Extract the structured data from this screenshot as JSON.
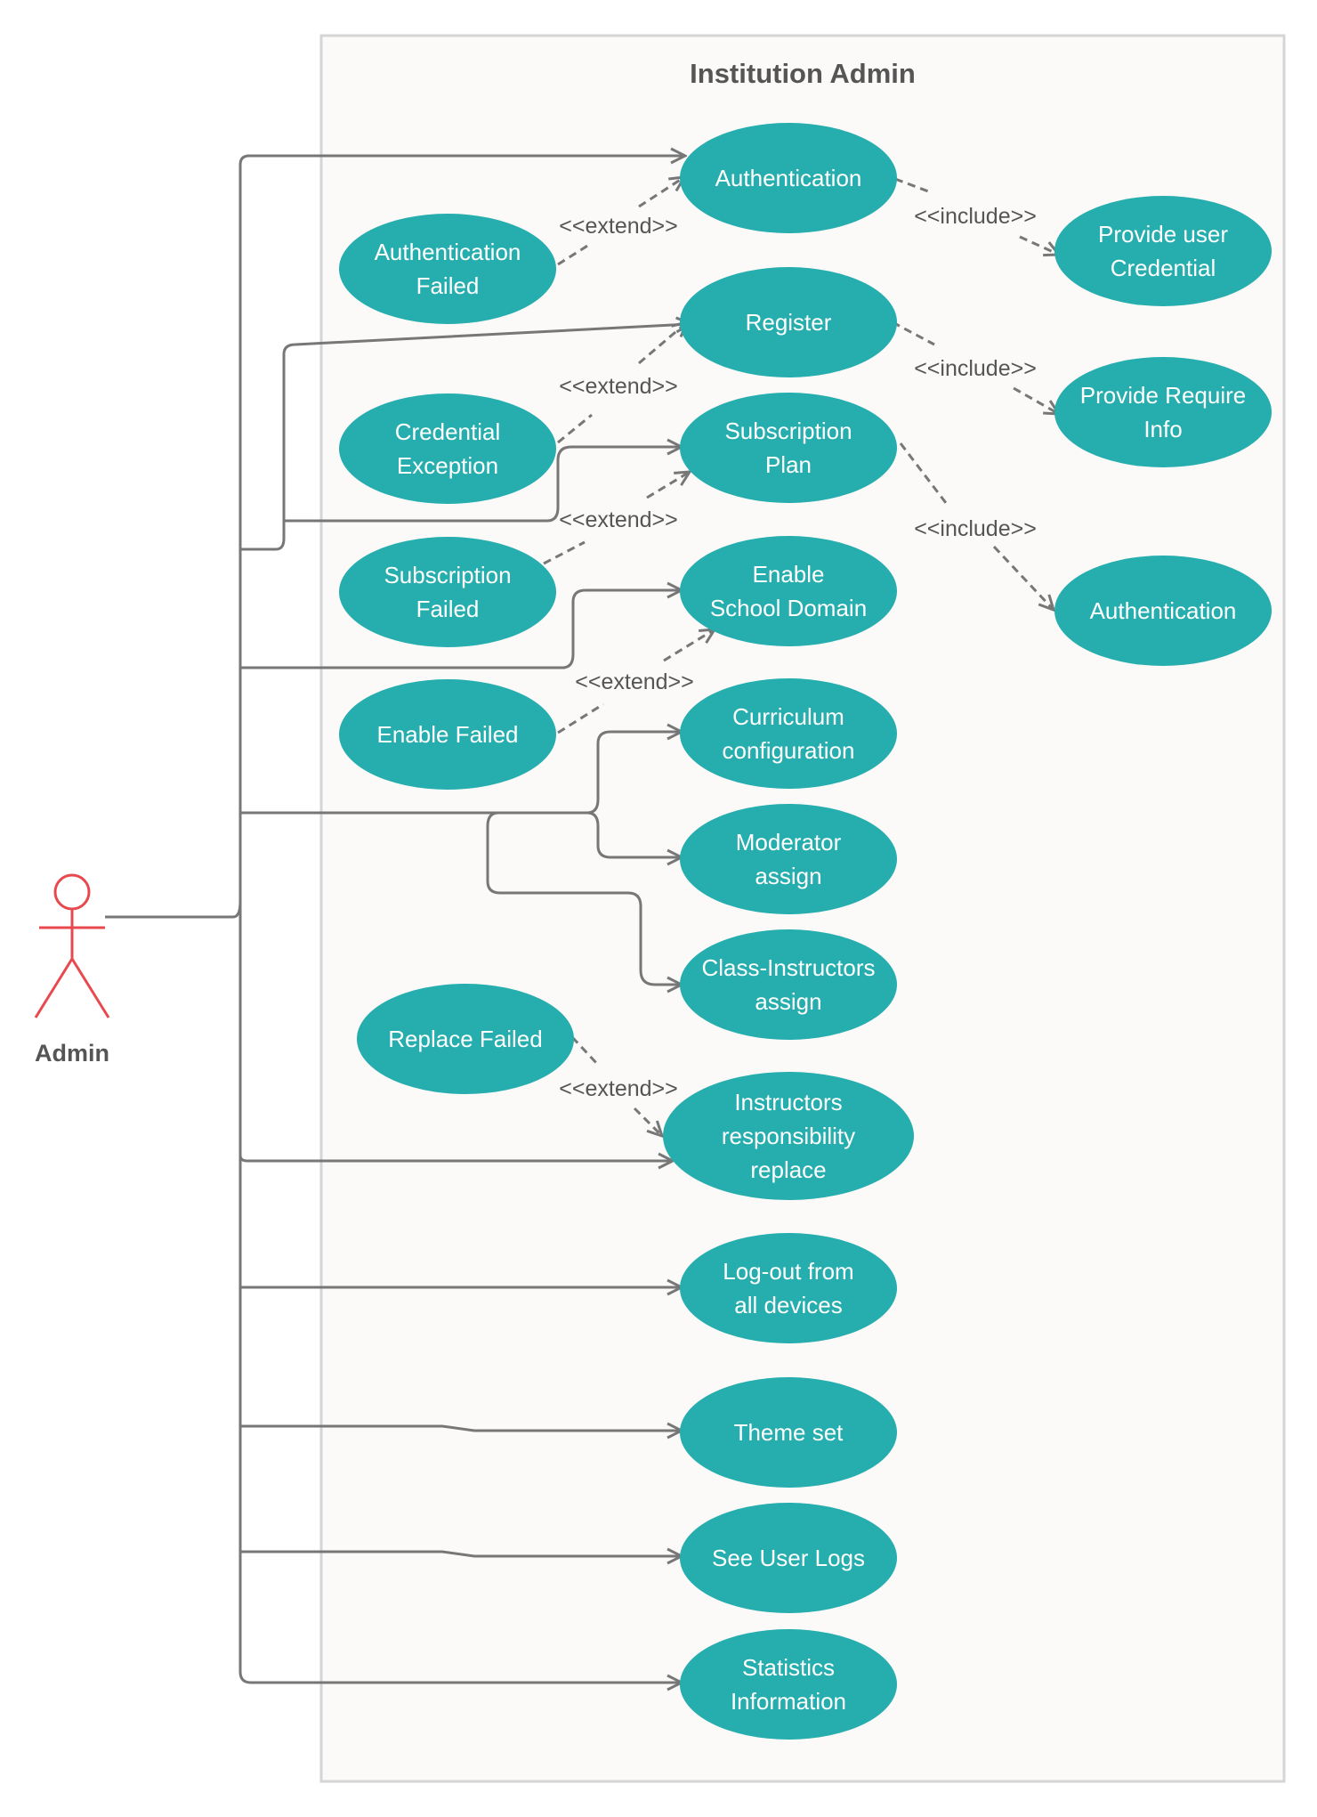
{
  "system": {
    "title": "Institution Admin"
  },
  "actor": {
    "name": "Admin"
  },
  "colors": {
    "usecase_fill": "#26ADAE",
    "line": "#777777",
    "actor": "#E8494F",
    "boundary_bg": "#FBFAF9",
    "boundary_border": "#D5D5D5"
  },
  "use_cases": {
    "authentication": [
      "Authentication"
    ],
    "register": [
      "Register"
    ],
    "subscription_plan": [
      "Subscription",
      "Plan"
    ],
    "enable_school_domain": [
      "Enable",
      "School Domain"
    ],
    "curriculum_configuration": [
      "Curriculum",
      "configuration"
    ],
    "moderator_assign": [
      "Moderator",
      "assign"
    ],
    "class_instructors_assign": [
      "Class-Instructors",
      "assign"
    ],
    "instructors_responsibility_replace": [
      "Instructors",
      "responsibility",
      "replace"
    ],
    "logout_all_devices": [
      "Log-out from",
      "all devices"
    ],
    "theme_set": [
      "Theme set"
    ],
    "see_user_logs": [
      "See User Logs"
    ],
    "statistics_information": [
      "Statistics",
      "Information"
    ],
    "authentication_failed": [
      "Authentication",
      "Failed"
    ],
    "credential_exception": [
      "Credential",
      "Exception"
    ],
    "subscription_failed": [
      "Subscription",
      "Failed"
    ],
    "enable_failed": [
      "Enable Failed"
    ],
    "replace_failed": [
      "Replace Failed"
    ],
    "provide_user_credential": [
      "Provide user",
      "Credential"
    ],
    "provide_require_info": [
      "Provide Require",
      "Info"
    ],
    "authentication_included": [
      "Authentication"
    ]
  },
  "relations": {
    "extend_auth": "<<extend>>",
    "extend_credential": "<<extend>>",
    "extend_subscription": "<<extend>>",
    "extend_enable": "<<extend>>",
    "extend_replace": "<<extend>>",
    "include_auth": "<<include>>",
    "include_register": "<<include>>",
    "include_subscription": "<<include>>"
  }
}
